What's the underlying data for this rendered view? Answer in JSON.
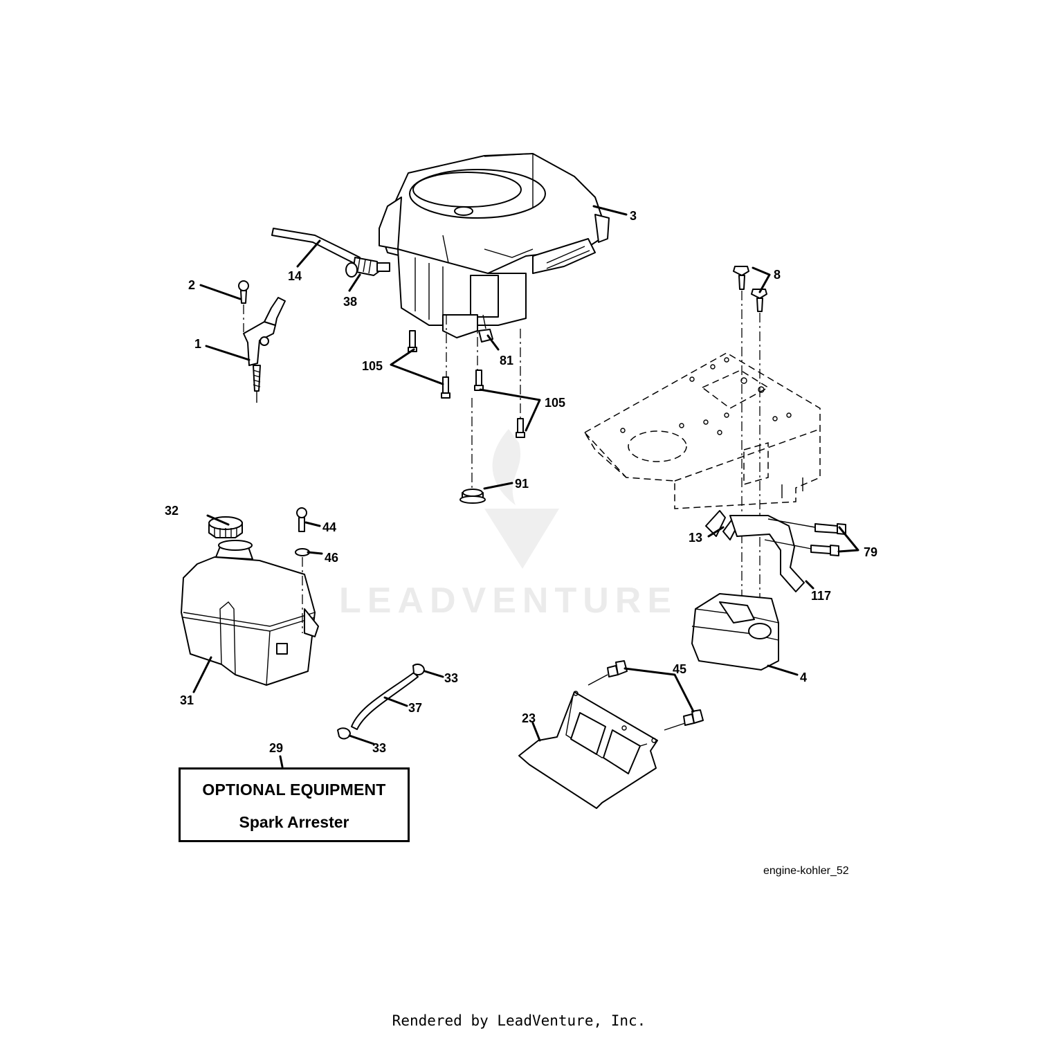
{
  "callouts": {
    "c1": "1",
    "c2": "2",
    "c3": "3",
    "c4": "4",
    "c8": "8",
    "c13": "13",
    "c14": "14",
    "c23": "23",
    "c29": "29",
    "c31": "31",
    "c32": "32",
    "c33a": "33",
    "c33b": "33",
    "c37": "37",
    "c38": "38",
    "c44": "44",
    "c45": "45",
    "c46": "46",
    "c79": "79",
    "c81": "81",
    "c91": "91",
    "c105a": "105",
    "c105b": "105",
    "c117": "117"
  },
  "optional_box": {
    "title": "OPTIONAL EQUIPMENT",
    "subtitle": "Spark Arrester"
  },
  "diagram_ref": "engine-kohler_52",
  "watermark": "LEADVENTURE",
  "footer": "Rendered by LeadVenture, Inc.",
  "colors": {
    "line": "#000000",
    "background": "#ffffff",
    "watermark": "#ebebeb"
  }
}
